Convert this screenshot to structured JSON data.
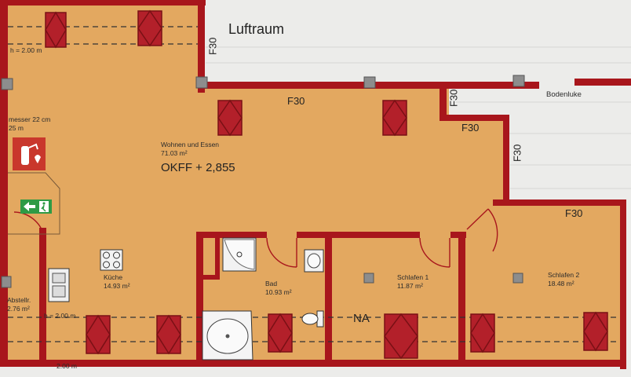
{
  "colors": {
    "floor": "#e3a860",
    "wall": "#a8161c",
    "paper": "#ececea",
    "sign_red": "#c9372c",
    "sign_green": "#2f9a45"
  },
  "labels": {
    "luftraum": "Luftraum",
    "f30_top_vertical": "F30",
    "f30_left": "F30",
    "f30_small_vertical": "F30",
    "f30_step": "F30",
    "f30_right_vertical": "F30",
    "f30_right": "F30",
    "bodenluke": "Bodenluke",
    "height_top": "h = 2.00 m",
    "height_bottom": "h = 2.00 m",
    "height_bottom_edge": "2.00 m",
    "diameter": "messer 22 cm",
    "diameter_sub": "25 m",
    "na": "NA"
  },
  "rooms": {
    "wohnen": {
      "name": "Wohnen und Essen",
      "area": "71.03 m²",
      "level": "OKFF + 2,855"
    },
    "kueche": {
      "name": "Küche",
      "area": "14.93 m²"
    },
    "bad": {
      "name": "Bad",
      "area": "10.93 m²"
    },
    "schlafen1": {
      "name": "Schlafen 1",
      "area": "11.87 m²"
    },
    "schlafen2": {
      "name": "Schlafen 2",
      "area": "18.48 m²"
    },
    "abstell": {
      "name": "Abstellr.",
      "area": "2.76 m²"
    }
  },
  "symbols": {
    "fire_extinguisher": "fire-extinguisher-icon",
    "exit_sign": "emergency-exit-icon",
    "stove": "stove-icon",
    "sink": "sink-icon",
    "shower": "shower-icon",
    "bathtub": "bathtub-icon",
    "washbasin": "washbasin-icon",
    "toilet": "toilet-icon",
    "skylight": "skylight-icon"
  }
}
